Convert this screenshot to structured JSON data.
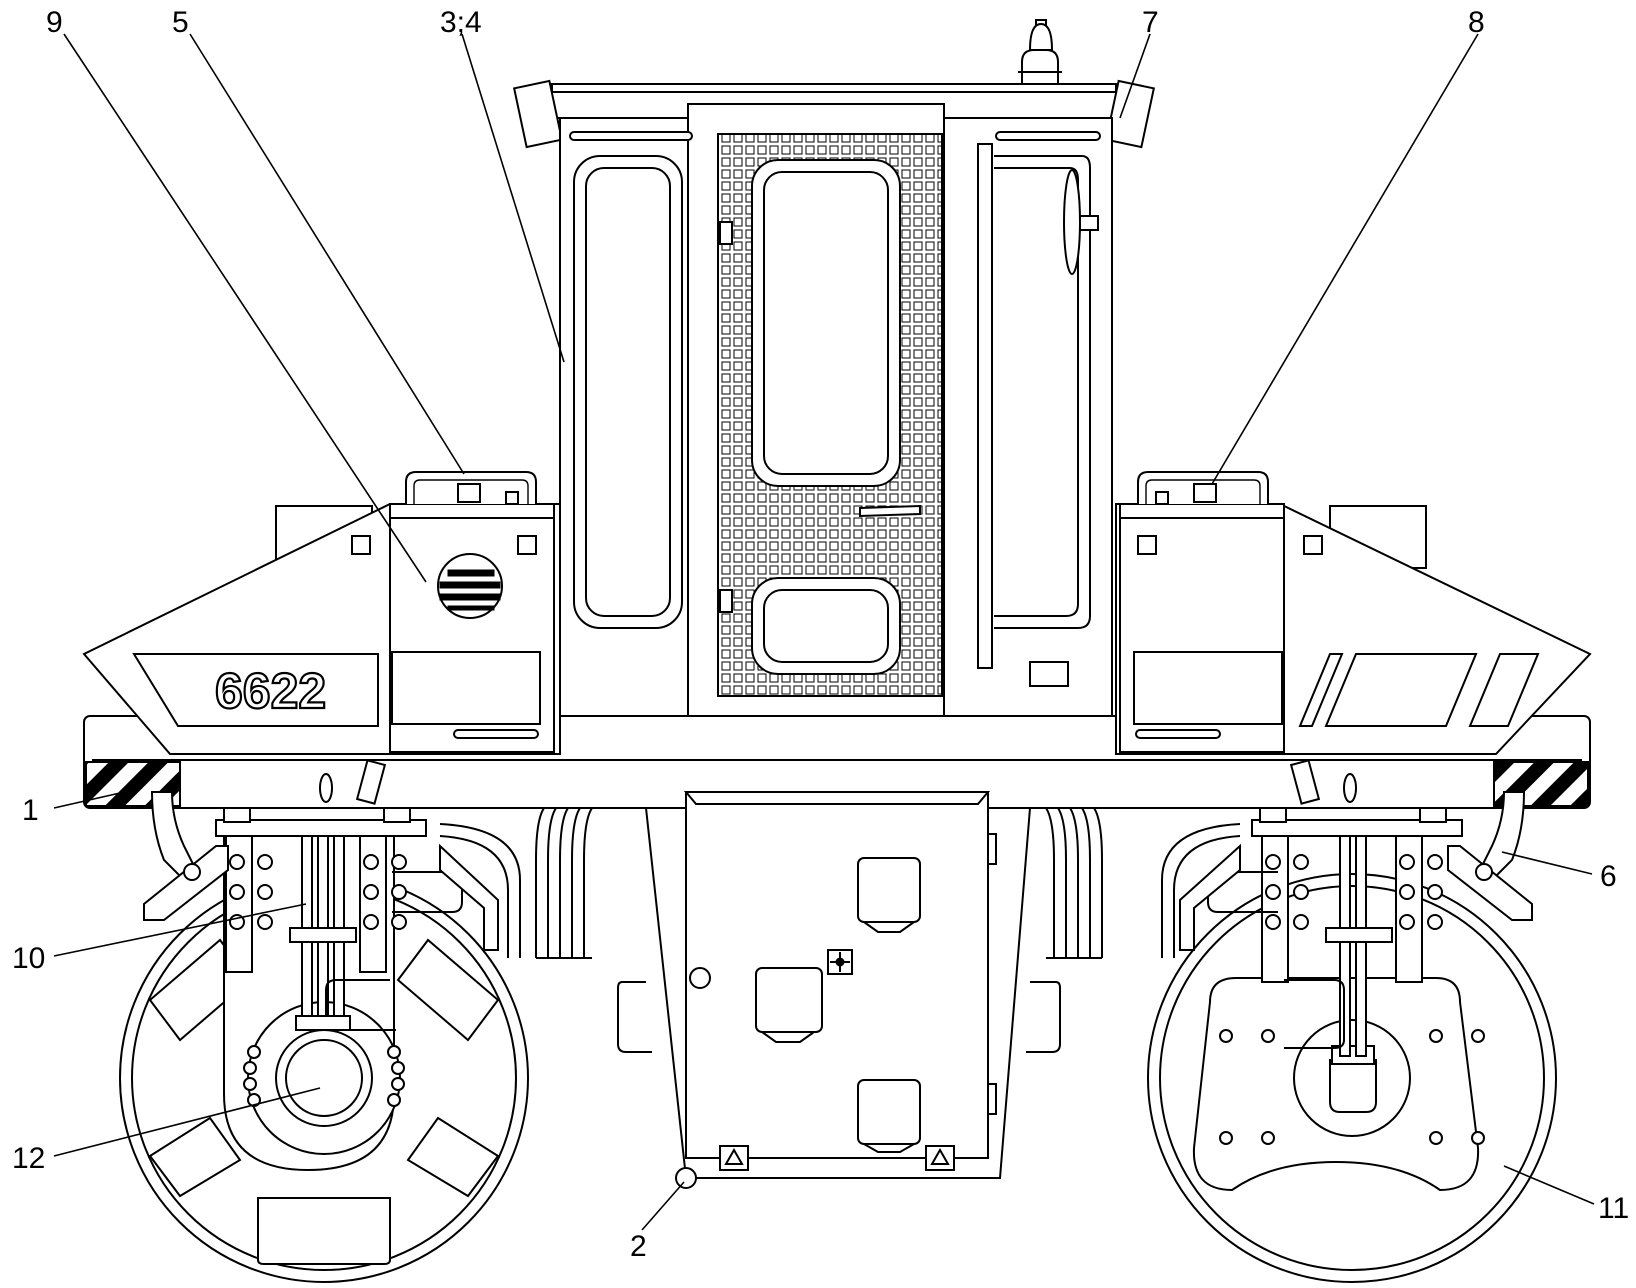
{
  "diagram": {
    "fleet_number": "6622",
    "callouts": [
      {
        "id": "c1",
        "label": "1"
      },
      {
        "id": "c2",
        "label": "2"
      },
      {
        "id": "c34",
        "label": "3;4"
      },
      {
        "id": "c5",
        "label": "5"
      },
      {
        "id": "c6",
        "label": "6"
      },
      {
        "id": "c7",
        "label": "7"
      },
      {
        "id": "c8",
        "label": "8"
      },
      {
        "id": "c9",
        "label": "9"
      },
      {
        "id": "c10",
        "label": "10"
      },
      {
        "id": "c11",
        "label": "11"
      },
      {
        "id": "c12",
        "label": "12"
      }
    ]
  }
}
